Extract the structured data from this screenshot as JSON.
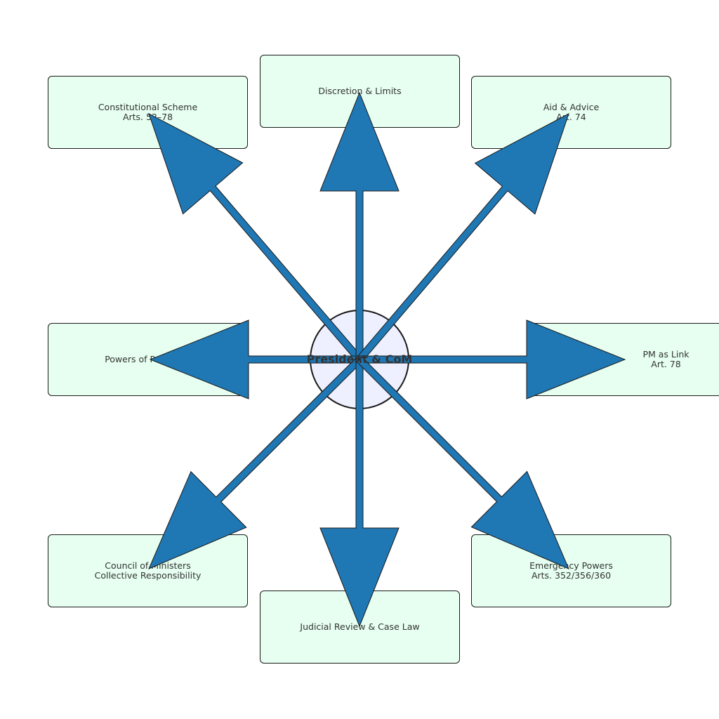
{
  "center": {
    "label": "President & CoM"
  },
  "colors": {
    "arrow": "#1f77b4",
    "box_fill": "#e6fff0",
    "center_fill": "#eef0ff",
    "outline": "#1a1a1a",
    "text": "#333333"
  },
  "nodes": [
    {
      "id": "constitutional-scheme",
      "lines": [
        "Constitutional Scheme",
        "Arts. 52–78"
      ]
    },
    {
      "id": "discretion-limits",
      "lines": [
        "Discretion & Limits"
      ]
    },
    {
      "id": "aid-advice",
      "lines": [
        "Aid & Advice",
        "Art. 74"
      ]
    },
    {
      "id": "powers-of-president",
      "lines": [
        "Powers of President"
      ]
    },
    {
      "id": "pm-as-link",
      "lines": [
        "PM as Link",
        "Art. 78"
      ]
    },
    {
      "id": "council-of-ministers",
      "lines": [
        "Council of Ministers",
        "Collective Responsibility"
      ]
    },
    {
      "id": "judicial-review",
      "lines": [
        "Judicial Review & Case Law"
      ]
    },
    {
      "id": "emergency-powers",
      "lines": [
        "Emergency Powers",
        "Arts. 352/356/360"
      ]
    }
  ]
}
